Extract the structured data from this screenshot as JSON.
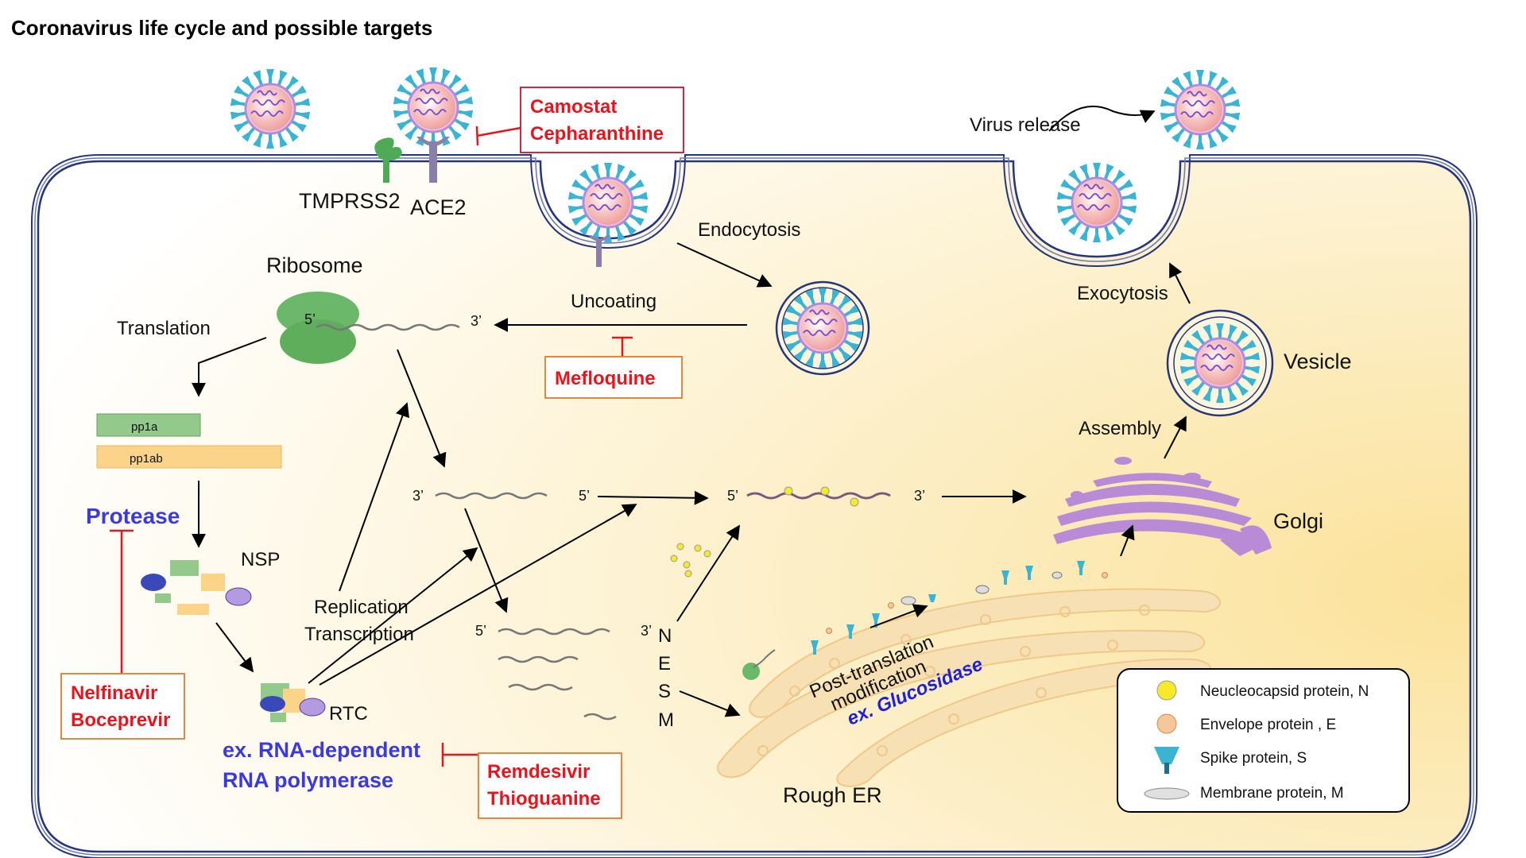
{
  "title": "Coronavirus life cycle and possible targets",
  "labels": {
    "tmprss2": "TMPRSS2",
    "ace2": "ACE2",
    "endocytosis": "Endocytosis",
    "uncoating": "Uncoating",
    "ribosome": "Ribosome",
    "translation": "Translation",
    "pp1a": "pp1a",
    "pp1ab": "pp1ab",
    "nsp": "NSP",
    "rtc": "RTC",
    "replication": "Replication",
    "transcription": "Transcription",
    "virus_release": "Virus release",
    "exocytosis": "Exocytosis",
    "vesicle": "Vesicle",
    "assembly": "Assembly",
    "golgi": "Golgi",
    "rough_er": "Rough ER",
    "ptm_line1": "Post-translation",
    "ptm_line2": "modification",
    "five_prime": "5’",
    "three_prime": "3’",
    "gene_n": "N",
    "gene_e": "E",
    "gene_s": "S",
    "gene_m": "M"
  },
  "targets": {
    "protease": "Protease",
    "rdrp_line1": "ex. RNA-dependent",
    "rdrp_line2": "RNA polymerase",
    "glucosidase": "ex. Glucosidase"
  },
  "drugs": {
    "camostat": "Camostat",
    "cepharanthine": "Cepharanthine",
    "mefloquine": "Mefloquine",
    "nelfinavir": "Nelfinavir",
    "boceprevir": "Boceprevir",
    "remdesivir": "Remdesivir",
    "thioguanine": "Thioguanine"
  },
  "legend": [
    {
      "key": "n",
      "label": "Neucleocapsid protein, N"
    },
    {
      "key": "e",
      "label": "Envelope protein , E"
    },
    {
      "key": "s",
      "label": "Spike protein, S"
    },
    {
      "key": "m",
      "label": "Membrane protein, M"
    }
  ],
  "colors": {
    "drug_red": "#e8141e",
    "target_blue": "#3a3ae0",
    "membrane_blue": "#27357a",
    "cytoplasm_yellow": "#fbe29a",
    "spike_cyan": "#3bb3d3",
    "virus_pink": "#f4a6a3",
    "golgi_purple": "#b98bd6",
    "er_orange": "#f5dcaf",
    "ribosome_green": "#5fae5c"
  }
}
